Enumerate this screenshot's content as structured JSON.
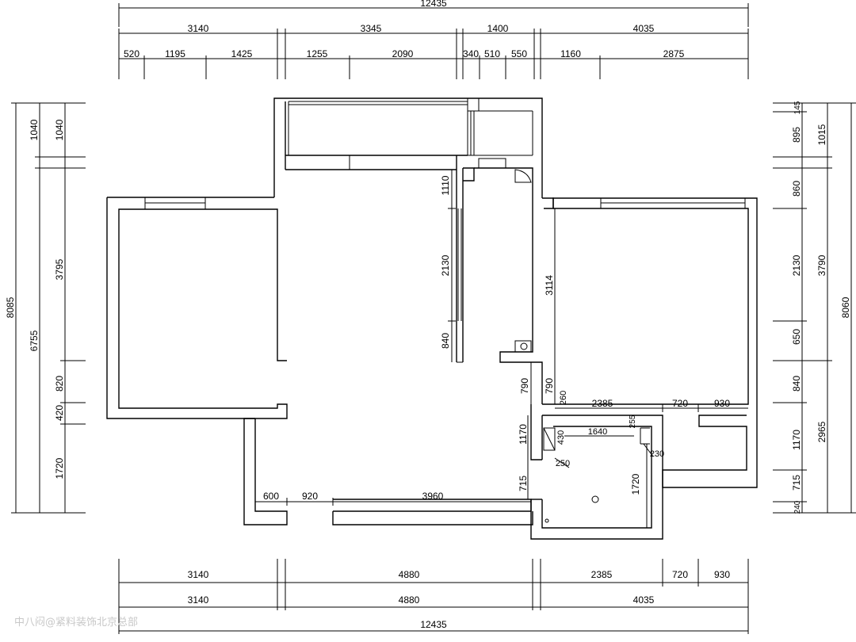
{
  "top": {
    "total": "12435",
    "row2": [
      "3140",
      "3345",
      "1400",
      "4035"
    ],
    "row3": [
      "520",
      "1195",
      "1425",
      "1255",
      "2090",
      "340",
      "510",
      "550",
      "1160",
      "2875"
    ]
  },
  "bottom": {
    "row1": [
      "3140",
      "4880",
      "2385",
      "720",
      "930"
    ],
    "row2": [
      "3140",
      "4880",
      "4035"
    ],
    "total": "12435"
  },
  "left": {
    "total": "8085",
    "col2": [
      "1040",
      "6755"
    ],
    "col3": [
      "1040",
      "3795",
      "820",
      "420",
      "1720"
    ]
  },
  "right": {
    "total": "8060",
    "col2": [
      "1015",
      "3790",
      "2965"
    ],
    "col3": [
      "145",
      "895",
      "860",
      "2130",
      "650",
      "840",
      "1170",
      "715",
      "240"
    ]
  },
  "interior": {
    "d1110": "1110",
    "d2130": "2130",
    "d840": "840",
    "d3114": "3114",
    "d790a": "790",
    "d790b": "790",
    "d260": "260",
    "d2385": "2385",
    "d720": "720",
    "d930": "930",
    "d1170": "1170",
    "d1640": "1640",
    "d255": "255",
    "d430": "430",
    "d250": "250",
    "d230": "230",
    "d1720": "1720",
    "d715": "715",
    "d600": "600",
    "d920": "920",
    "d3960": "3960"
  },
  "watermark": "中八闷@紧料装饰北京总部"
}
